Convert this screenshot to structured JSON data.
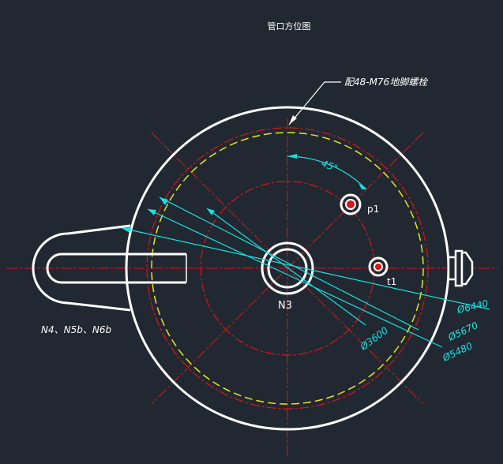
{
  "title": "管口方位图",
  "anchor_bolt_note": "配48-M76地脚螺栓",
  "angle_label": "45°",
  "nozzles": {
    "n3": "N3",
    "p1": "p1",
    "t1": "t1",
    "n4_group": "N4、N5b、N6b"
  },
  "dimensions": {
    "d6440": "Ø6440",
    "d5670": "Ø5670",
    "d5480": "Ø5480",
    "d3600": "Ø3600"
  },
  "colors": {
    "background": "#222831",
    "outline": "#ffffff",
    "centerline": "#d21818",
    "bolt_circle": "#e6e619",
    "dimension": "#19e0e0"
  }
}
